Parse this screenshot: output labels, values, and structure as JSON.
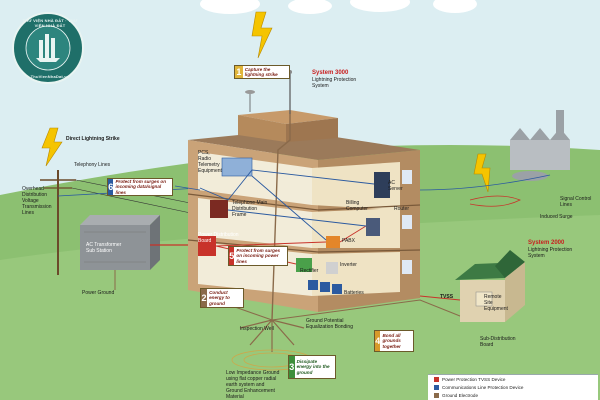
{
  "title_logo": {
    "ring_top": "THƯ VIỆN NHÀ ĐẤT · THƯ VIỆN NHÀ ĐẤT",
    "ring_bottom": "ThuVienNhaDat.vn"
  },
  "labels": {
    "capture_strike": "Capture the\nlightning strike",
    "system3000_title": "System 3000",
    "system3000_sub": "Lightning Protection\nSystem",
    "system2000_title": "System 2000",
    "system2000_sub": "Lightning Protection\nSystem",
    "direct_strike": "Direct Lightning Strike",
    "telephony_lines": "Telephony Lines",
    "overhead_lines": "Overhead\nDistribution\nVoltage\nTransmission\nLines",
    "ac_transformer": "AC Transformer\nSub Station",
    "power_ground": "Power Ground",
    "pcs_radio": "PCS,\nRadio\nTelemetry\nEquipment",
    "telephone_main": "Telephone Main\nDistribution\nFrame",
    "power_distribution": "Power Distribution\nBoard",
    "billing_computer": "Billing\nComputer",
    "router": "Router",
    "ac_server": "AC\nServer",
    "pabx": "PABX",
    "rectifier": "Rectifier",
    "inverter": "Inverter",
    "batteries": "Batteries",
    "inspection_well": "Inspection Well",
    "low_impedance": "Low Impedance Ground\nusing flat copper radial\nearth system and\nGround Enhancement\nMaterial",
    "ground_potential": "Ground Potential\nEqualization Bonding",
    "signal_control": "Signal Control\nLines",
    "induced_surge": "Induced Surge",
    "tvss": "TVSS",
    "remote_site": "Remote\nSite\nEquipment",
    "sub_distribution": "Sub-Distribution\nBoard"
  },
  "callouts": [
    {
      "num": "1",
      "text": "Capture the\nlightning strike",
      "color": "#e0b53a"
    },
    {
      "num": "2",
      "text": "Conduct\nenergy to\nground",
      "color": "#8a6a4a"
    },
    {
      "num": "3",
      "text": "Dissipate\nenergy into\nthe ground",
      "color": "#3d8f3a"
    },
    {
      "num": "4",
      "text": "Bond all\ngrounds\ntogether",
      "color": "#d79a2a"
    },
    {
      "num": "5",
      "text": "Protect from\nsurges on incoming\npower lines",
      "color": "#c8332a"
    },
    {
      "num": "6",
      "text": "Protect from\nsurges on incoming\ndata/signal lines",
      "color": "#2b5aa0"
    }
  ],
  "legend": [
    {
      "label": "Power Protection TVSS Device",
      "color": "#c8332a"
    },
    {
      "label": "Communications Line Protection Device",
      "color": "#2b5aa0"
    },
    {
      "label": "Ground Electrode",
      "color": "#8a6a4a"
    }
  ],
  "colors": {
    "sky": "#dceef2",
    "grass": "#8cc071",
    "building_wall": "#c9a37a",
    "building_dark": "#8c6a4a",
    "floor": "#f2ecd9",
    "power_line": "#c8332a",
    "data_line": "#2b5aa0",
    "ground_line": "#8a6a4a",
    "lightning": "#f5c400",
    "roof_green": "#3d7a44"
  },
  "icons": [
    "lightning-bolt-icon",
    "lightning-rod-icon",
    "transformer-icon",
    "power-pole-icon",
    "antenna-icon",
    "factory-icon",
    "house-icon",
    "ground-rod-icon"
  ]
}
